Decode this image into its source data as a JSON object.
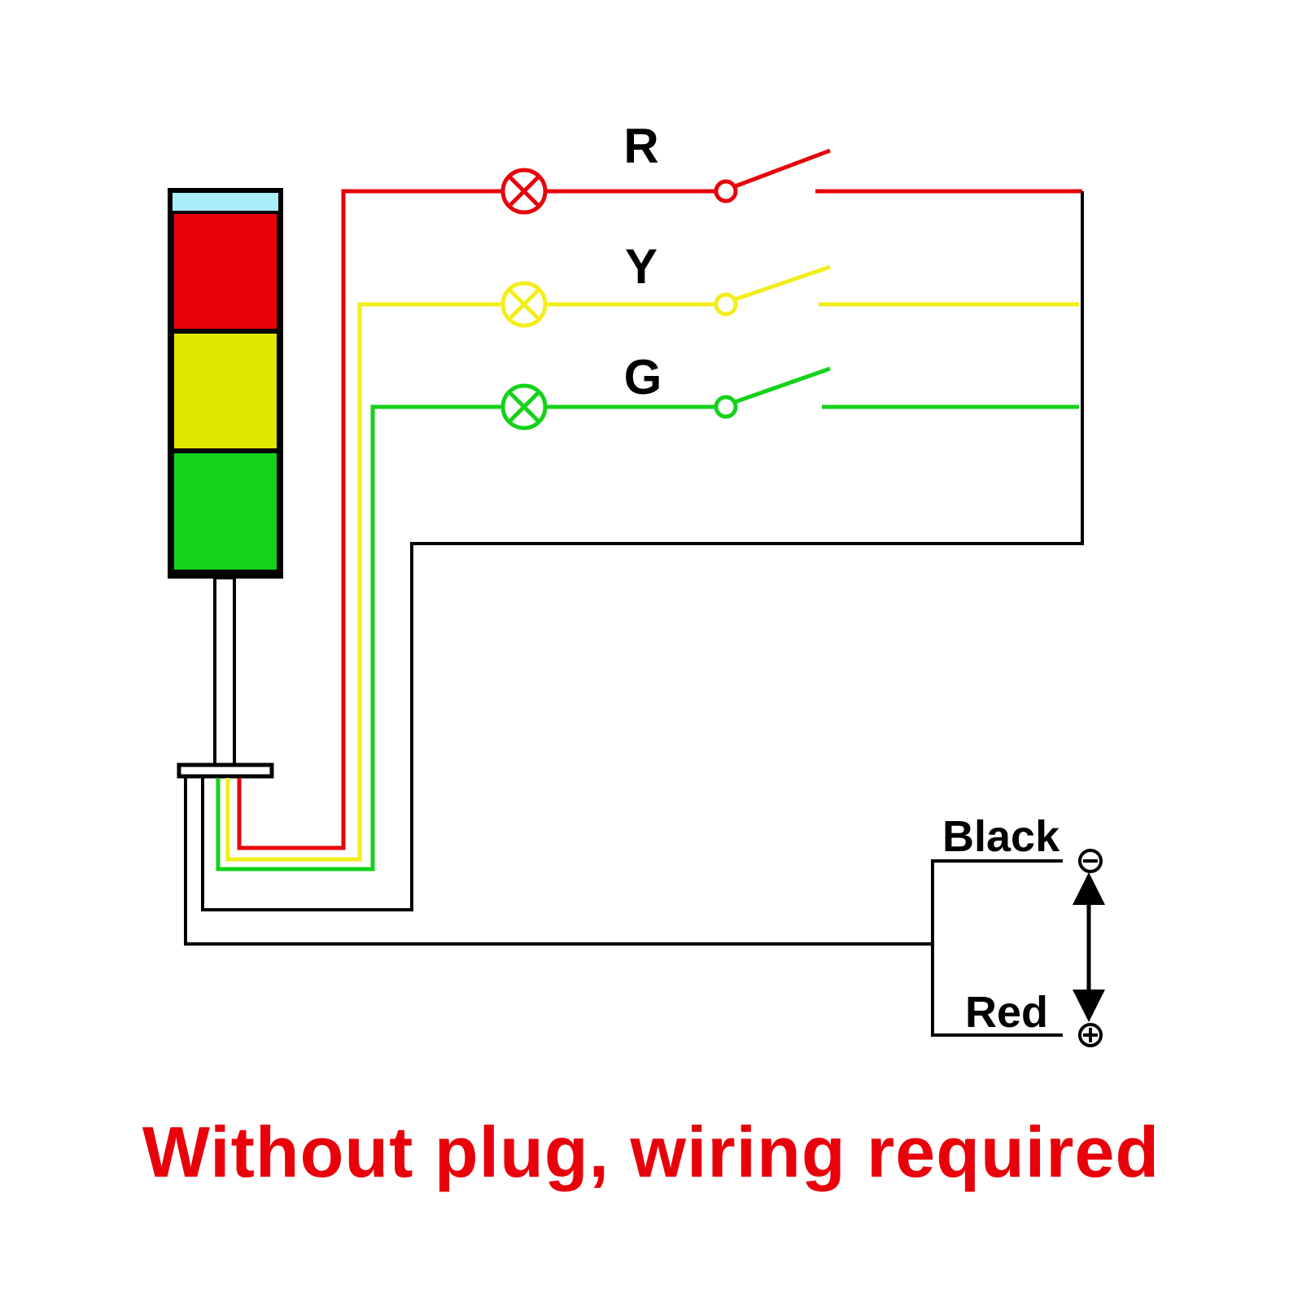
{
  "labels": {
    "red_circuit": "R",
    "yellow_circuit": "Y",
    "green_circuit": "G",
    "negative_terminal": "Black",
    "positive_terminal": "Red"
  },
  "caption": "Without plug, wiring required",
  "colors": {
    "red": "#e8000b",
    "yellow": "#f2ee1a",
    "green": "#14d21a",
    "black": "#000000",
    "cap": "#aaeefa",
    "tower_yellow": "#dfe700"
  },
  "icons": [
    "lamp-icon",
    "switch-icon",
    "minus-terminal-icon",
    "plus-terminal-icon",
    "double-arrow-icon"
  ]
}
